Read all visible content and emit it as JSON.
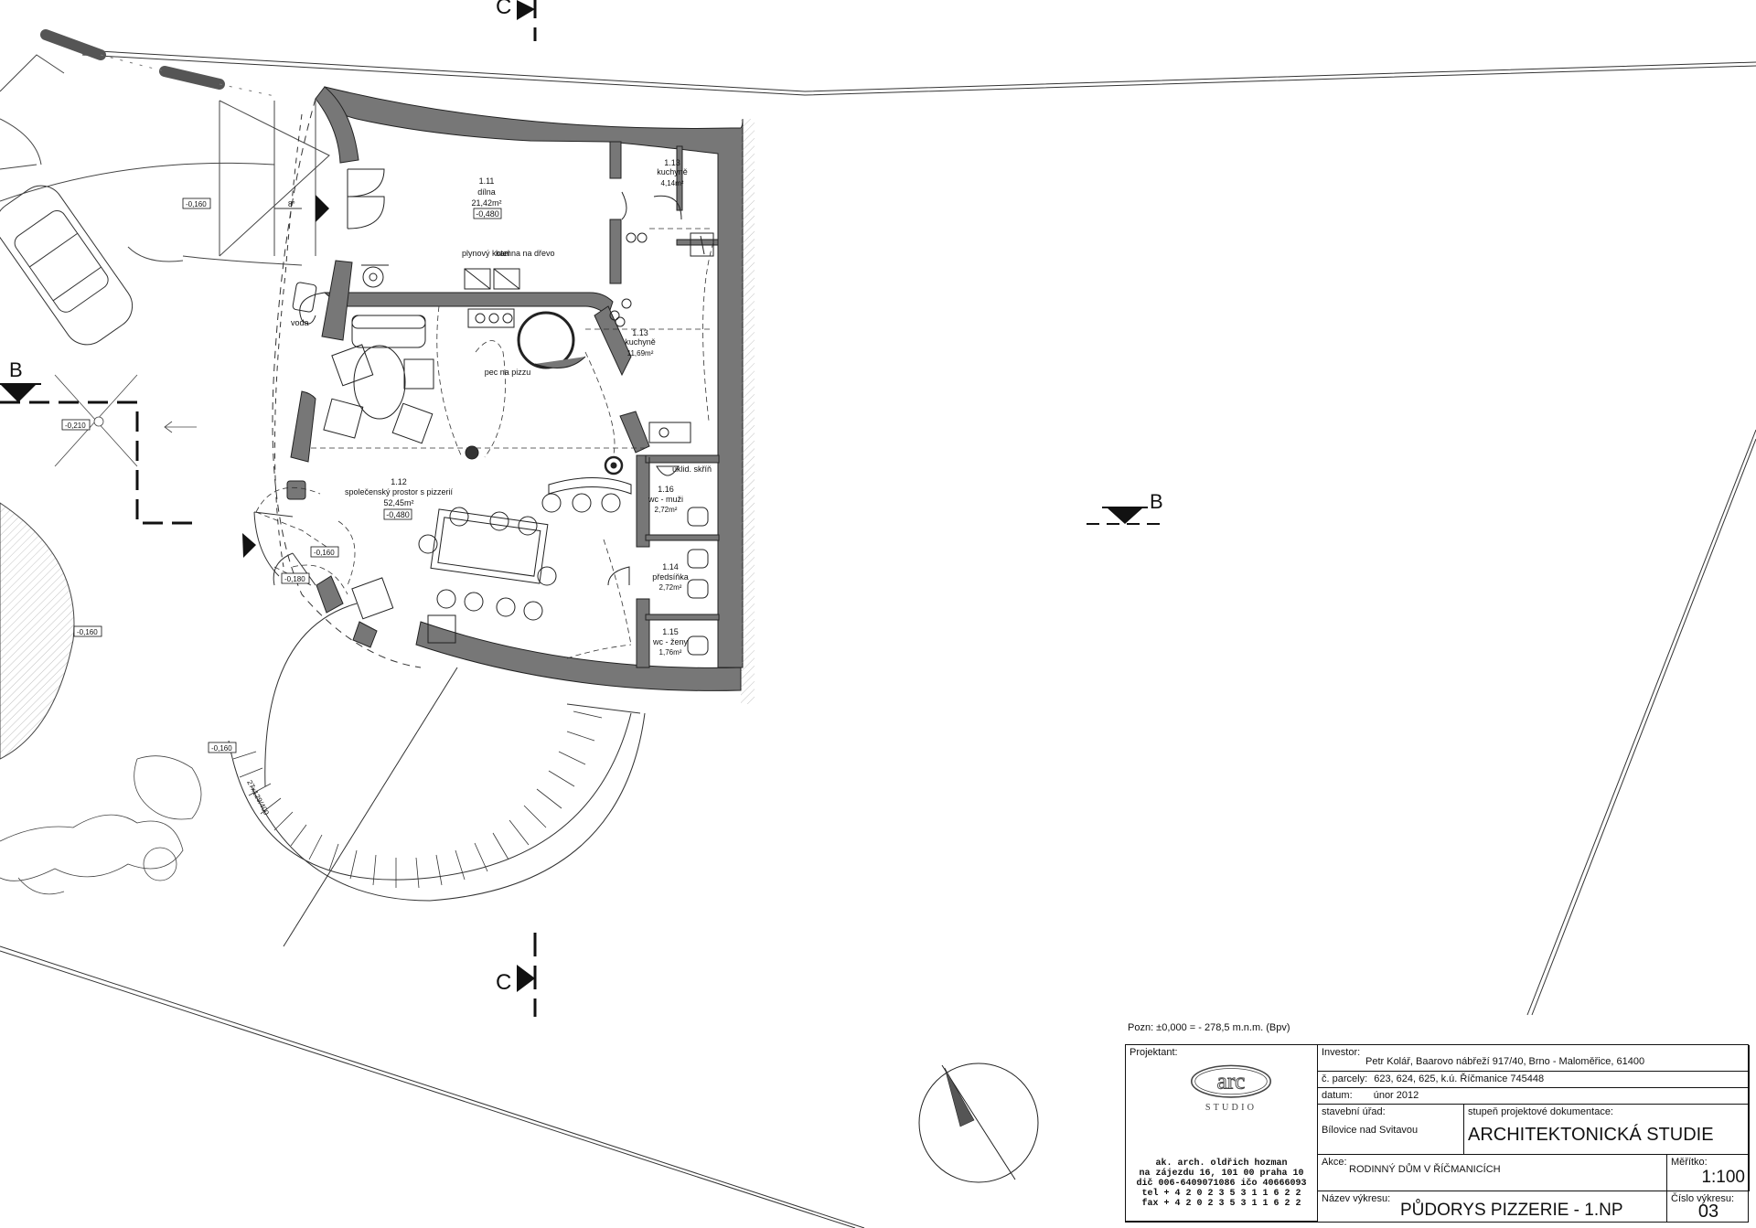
{
  "rooms": {
    "dilna": {
      "number": "1.11",
      "name": "dílna",
      "area": "21,42m²",
      "level": "-0,480"
    },
    "kuchyne_small": {
      "number": "1.13",
      "name": "kuchyně",
      "area": "4,14m²"
    },
    "kuchyne": {
      "number": "1.13",
      "name": "kuchyně",
      "area": "11,69m²"
    },
    "spolecensky": {
      "number": "1.12",
      "name": "společenský prostor s pizzerií",
      "area": "52,45m²",
      "level": "-0,480"
    },
    "wc_muzi": {
      "number": "1.16",
      "name": "wc - muži",
      "area": "2,72m²"
    },
    "predsinka": {
      "number": "1.14",
      "name": "předsíňka",
      "area": "2,72m²"
    },
    "wc_zeny": {
      "number": "1.15",
      "name": "wc - ženy",
      "area": "1,76m²"
    }
  },
  "annotations": {
    "plynovy_kotel": "plynový kotel",
    "kamna": "kamna na dřevo",
    "pec": "pec na pizzu",
    "voda": "voda",
    "uklid": "úklid. skříň",
    "slope": "8°",
    "stairs": "27x129/400",
    "section_b": "B",
    "section_c": "C"
  },
  "levels": [
    "-0,160",
    "-0,210",
    "-0,160",
    "-0,180",
    "-0,160",
    "-0,160"
  ],
  "title_block": {
    "note": "Pozn: ±0,000 = - 278,5 m.n.m. (Bpv)",
    "projektant_label": "Projektant:",
    "logo_text": "arc",
    "studio_text": "STUDIO",
    "contact_lines": [
      "ak. arch. oldřich hozman",
      "na zájezdu 16, 101 00 praha 10",
      "dič 006-6409071086 ičo 40666093",
      "tel  + 4 2 0   2 3 5   3 1   1 6   2 2",
      "fax  + 4 2 0   2 3 5   3 1   1 6   2 2"
    ],
    "investor_label": "Investor:",
    "investor_value": "Petr Kolář, Baarovo nábřeží 917/40, Brno - Maloměřice, 61400",
    "parcely_label": "č. parcely:",
    "parcely_value": "623, 624, 625, k.ú. Říčmanice 745448",
    "datum_label": "datum:",
    "datum_value": "únor 2012",
    "urad_label": "stavební úřad:",
    "urad_value": "Bílovice nad Svitavou",
    "stupen_label": "stupeň projektové dokumentace:",
    "stupen_value": "ARCHITEKTONICKÁ STUDIE",
    "akce_label": "Akce:",
    "akce_value": "RODINNÝ DŮM V ŘÍČMANICÍCH",
    "meritko_label": "Měřítko:",
    "meritko_value": "1:100",
    "nazev_label": "Název výkresu:",
    "nazev_value": "PŮDORYS PIZZERIE - 1.NP",
    "cislo_label": "Číslo výkresu:",
    "cislo_value": "03"
  }
}
